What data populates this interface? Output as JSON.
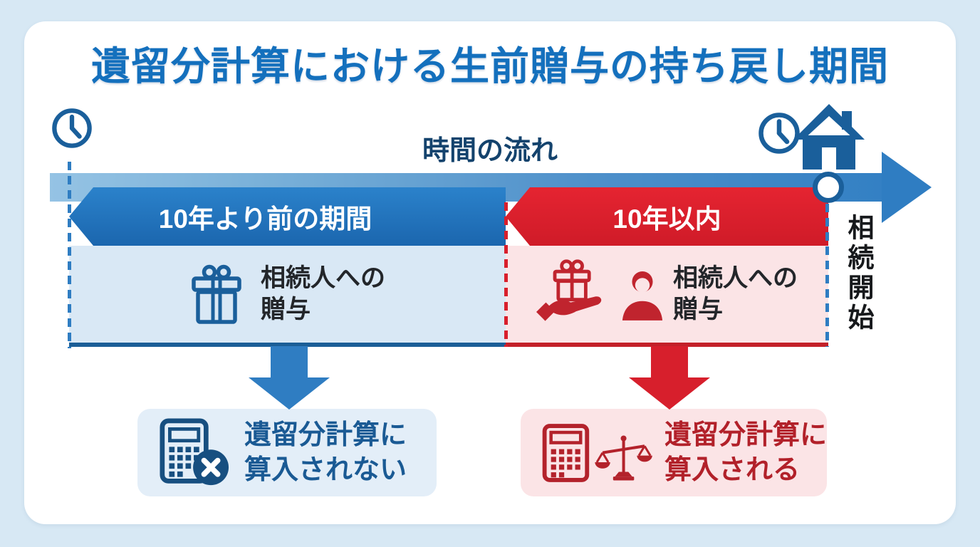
{
  "page": {
    "title": "遺留分計算における生前贈与の持ち戻し期間"
  },
  "timeline": {
    "flow_label": "時間の流れ",
    "period_before_label": "10年より前の期間",
    "period_within_label": "10年以内",
    "inheritance_start_label": "相続開始"
  },
  "panel_before": {
    "label_line1": "相続人への",
    "label_line2": "贈与"
  },
  "panel_within": {
    "label_line1": "相続人への",
    "label_line2": "贈与"
  },
  "result_excluded": {
    "label_line1": "遺留分計算に",
    "label_line2": "算入されない"
  },
  "result_included": {
    "label_line1": "遺留分計算に",
    "label_line2": "算入される"
  },
  "icons": {
    "clock_left": "clock-icon",
    "clock_right": "clock-icon",
    "house": "house-icon",
    "gift": "gift-icon",
    "gift_on_hand": "gift-on-hand-icon",
    "person": "person-icon",
    "calculator_x": "calculator-x-icon",
    "calculator": "calculator-icon",
    "balance_scale": "balance-scale-icon",
    "timeline_node": "timeline-node"
  },
  "colors": {
    "page_background": "#d7e8f4",
    "card_background": "#ffffff",
    "title_blue": "#1470bd",
    "navy_text": "#14436d",
    "banner_blue": "#1e6fb8",
    "banner_red": "#dc1f2c",
    "panel_light_blue": "#d9e8f5",
    "panel_pink": "#fbe4e6",
    "icon_dark_blue": "#1a5f9b",
    "icon_dark_red": "#c0242e",
    "result_text_blue": "#1a5a94",
    "result_text_red": "#b2212a",
    "black_text": "#17191c"
  }
}
